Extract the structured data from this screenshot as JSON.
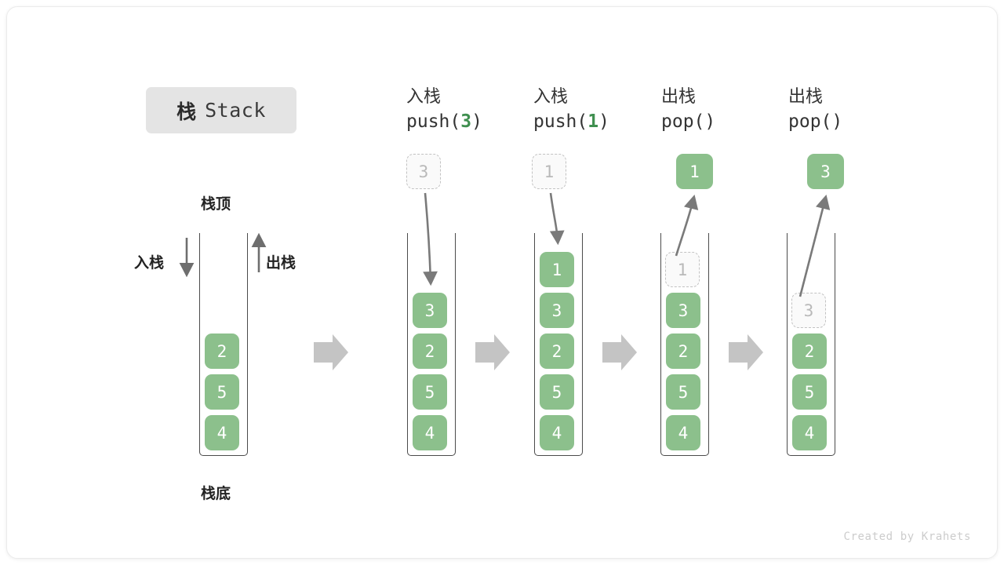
{
  "title": {
    "cn": "栈",
    "en": "Stack"
  },
  "annotations": {
    "top": "栈顶",
    "bottom": "栈底",
    "push_side": "入栈",
    "pop_side": "出栈"
  },
  "colors": {
    "cell_green": "#8cc08c",
    "ghost_border": "#c2c2c2",
    "ghost_text": "#b9b9b9",
    "accent_green_text": "#3f8f4f",
    "arrow_grey": "#7a7a7a",
    "flow_arrow_grey": "#c4c4c4",
    "stack_stroke": "#4b4b4b",
    "badge_bg": "#e4e4e4"
  },
  "columns": [
    {
      "id": "initial",
      "header_cn": "",
      "header_op_name": "",
      "header_op_arg": "",
      "stack": [
        "2",
        "5",
        "4"
      ],
      "ghost_value": "",
      "floating_value": ""
    },
    {
      "id": "push-3",
      "header_cn": "入栈",
      "header_op_name": "push",
      "header_op_arg": "3",
      "stack": [
        "3",
        "2",
        "5",
        "4"
      ],
      "ghost_value": "3",
      "floating_value": ""
    },
    {
      "id": "push-1",
      "header_cn": "入栈",
      "header_op_name": "push",
      "header_op_arg": "1",
      "stack": [
        "1",
        "3",
        "2",
        "5",
        "4"
      ],
      "ghost_value": "1",
      "floating_value": ""
    },
    {
      "id": "pop-1",
      "header_cn": "出栈",
      "header_op_name": "pop",
      "header_op_arg": "",
      "stack": [
        "3",
        "2",
        "5",
        "4"
      ],
      "ghost_value": "1",
      "floating_value": "1"
    },
    {
      "id": "pop-3",
      "header_cn": "出栈",
      "header_op_name": "pop",
      "header_op_arg": "",
      "stack": [
        "2",
        "5",
        "4"
      ],
      "ghost_value": "3",
      "floating_value": "3"
    }
  ],
  "cells": {
    "c0": [
      "2",
      "5",
      "4"
    ],
    "c1_ghost": "3",
    "c1": [
      "3",
      "2",
      "5",
      "4"
    ],
    "c2_ghost": "1",
    "c2": [
      "1",
      "3",
      "2",
      "5",
      "4"
    ],
    "c3_float": "1",
    "c3_ghost": "1",
    "c3": [
      "3",
      "2",
      "5",
      "4"
    ],
    "c4_float": "3",
    "c4_ghost": "3",
    "c4": [
      "2",
      "5",
      "4"
    ]
  },
  "headers": {
    "h1_cn": "入栈",
    "h1_pre": "push(",
    "h1_arg": "3",
    "h1_post": ")",
    "h2_cn": "入栈",
    "h2_pre": "push(",
    "h2_arg": "1",
    "h2_post": ")",
    "h3_cn": "出栈",
    "h3_pre": "pop(",
    "h3_arg": "",
    "h3_post": ")",
    "h4_cn": "出栈",
    "h4_pre": "pop(",
    "h4_arg": "",
    "h4_post": ")"
  },
  "watermark": "Created by Krahets"
}
